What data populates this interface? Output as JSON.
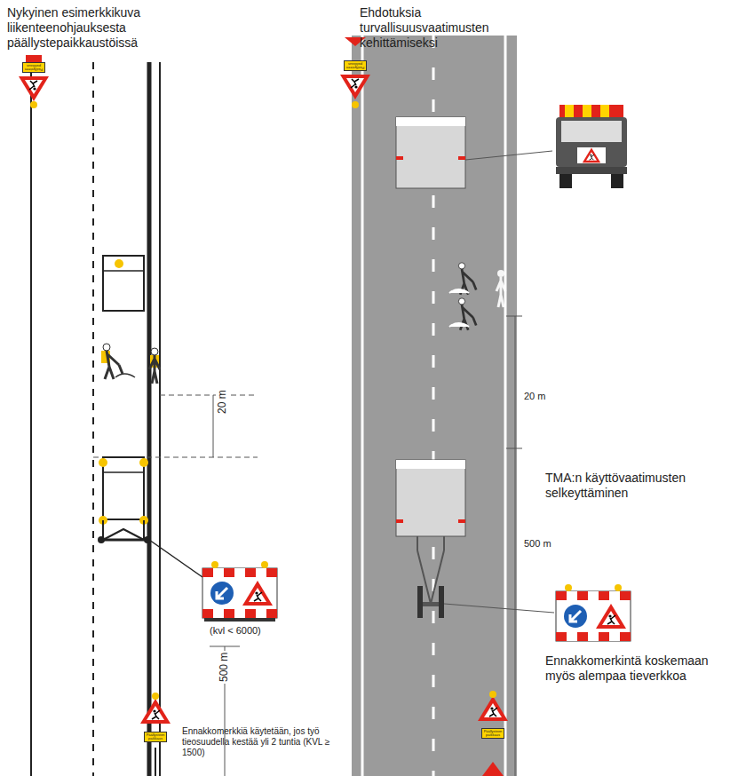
{
  "diagram": {
    "labels": [
      "Nykyinen esimerkkikuva liikenteenohjauksesta päällystepaikkaustöissä",
      "Ehdotuksia turvallisuusvaatimusten kehittämiseksi",
      "Päällysteen paikkaus",
      "20 m",
      "(kvl < 6000)",
      "500 m",
      "Ennakkomerkkiä käytetään, jos työ tieosuudella kestää yli 2 tuntia (KVL ≥ 1500)",
      "Päällysteen paikkaus",
      "Päällysteen paikkaus",
      "20 m",
      "TMA:n käyttövaatimusten selkeyttäminen",
      "500 m",
      "Ennakkomerkintä koskemaan myös alempaa tieverkkoa",
      "Päällysteen paikkaus"
    ]
  }
}
